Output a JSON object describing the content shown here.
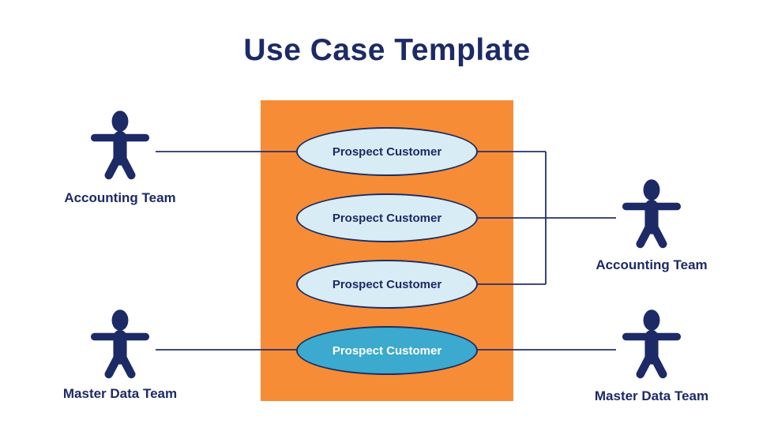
{
  "title": "Use Case Template",
  "diagram": {
    "type": "use-case-diagram",
    "colors": {
      "title_text": "#1C2A66",
      "system_boundary": "#F78C37",
      "actor": "#1C2A66",
      "connector": "#23306B",
      "usecase_fill_default": "#D8ECF6",
      "usecase_fill_highlight": "#3BAACE",
      "usecase_text_default": "#1C2A66",
      "usecase_text_highlight": "#FFFFFF",
      "usecase_border": "#1C2F63"
    },
    "actors": [
      {
        "label": "Accounting Team",
        "position": "top-left"
      },
      {
        "label": "Accounting Team",
        "position": "middle-right"
      },
      {
        "label": "Master Data Team",
        "position": "bottom-left"
      },
      {
        "label": "Master Data Team",
        "position": "bottom-right"
      }
    ],
    "use_cases": [
      {
        "label": "Prospect Customer",
        "variant": "default"
      },
      {
        "label": "Prospect Customer",
        "variant": "default"
      },
      {
        "label": "Prospect Customer",
        "variant": "default"
      },
      {
        "label": "Prospect Customer",
        "variant": "highlighted"
      }
    ],
    "connections": [
      {
        "from": "actor-top-left",
        "to": "use-case-1"
      },
      {
        "from": "use-case-1",
        "to": "actor-middle-right"
      },
      {
        "from": "use-case-2",
        "to": "actor-middle-right"
      },
      {
        "from": "use-case-3",
        "to": "actor-middle-right"
      },
      {
        "from": "actor-bottom-left",
        "to": "use-case-4"
      },
      {
        "from": "use-case-4",
        "to": "actor-bottom-right"
      }
    ]
  }
}
